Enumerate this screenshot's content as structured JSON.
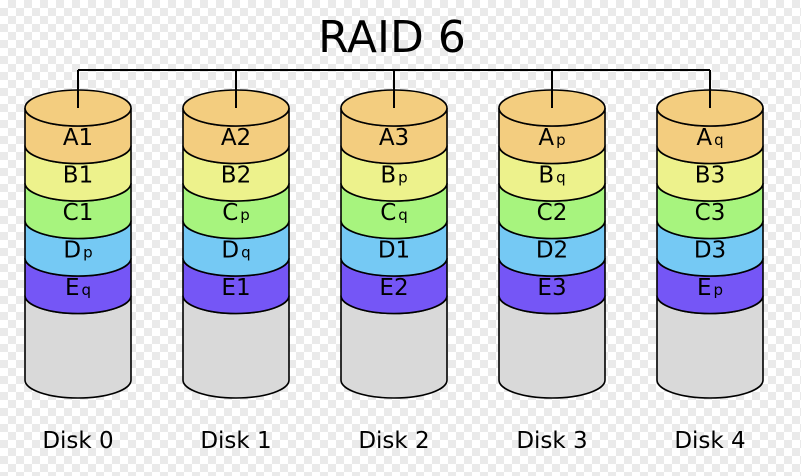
{
  "title": "RAID 6",
  "colors": {
    "A": "#f3cd7f",
    "B": "#edf28c",
    "C": "#a7f47e",
    "D": "#75c9f4",
    "E": "#7556f6",
    "empty": "#d9d9d9",
    "stroke": "#000000",
    "connector": "#000000"
  },
  "rows": [
    "A",
    "B",
    "C",
    "D",
    "E"
  ],
  "disks": [
    {
      "label": "Disk 0",
      "blocks": [
        {
          "letter": "A",
          "sub": "1",
          "parity": false
        },
        {
          "letter": "B",
          "sub": "1",
          "parity": false
        },
        {
          "letter": "C",
          "sub": "1",
          "parity": false
        },
        {
          "letter": "D",
          "sub": "p",
          "parity": true
        },
        {
          "letter": "E",
          "sub": "q",
          "parity": true
        }
      ]
    },
    {
      "label": "Disk 1",
      "blocks": [
        {
          "letter": "A",
          "sub": "2",
          "parity": false
        },
        {
          "letter": "B",
          "sub": "2",
          "parity": false
        },
        {
          "letter": "C",
          "sub": "p",
          "parity": true
        },
        {
          "letter": "D",
          "sub": "q",
          "parity": true
        },
        {
          "letter": "E",
          "sub": "1",
          "parity": false
        }
      ]
    },
    {
      "label": "Disk 2",
      "blocks": [
        {
          "letter": "A",
          "sub": "3",
          "parity": false
        },
        {
          "letter": "B",
          "sub": "p",
          "parity": true
        },
        {
          "letter": "C",
          "sub": "q",
          "parity": true
        },
        {
          "letter": "D",
          "sub": "1",
          "parity": false
        },
        {
          "letter": "E",
          "sub": "2",
          "parity": false
        }
      ]
    },
    {
      "label": "Disk 3",
      "blocks": [
        {
          "letter": "A",
          "sub": "p",
          "parity": true
        },
        {
          "letter": "B",
          "sub": "q",
          "parity": true
        },
        {
          "letter": "C",
          "sub": "2",
          "parity": false
        },
        {
          "letter": "D",
          "sub": "2",
          "parity": false
        },
        {
          "letter": "E",
          "sub": "3",
          "parity": false
        }
      ]
    },
    {
      "label": "Disk 4",
      "blocks": [
        {
          "letter": "A",
          "sub": "q",
          "parity": true
        },
        {
          "letter": "B",
          "sub": "3",
          "parity": false
        },
        {
          "letter": "C",
          "sub": "3",
          "parity": false
        },
        {
          "letter": "D",
          "sub": "3",
          "parity": false
        },
        {
          "letter": "E",
          "sub": "p",
          "parity": true
        }
      ]
    }
  ]
}
